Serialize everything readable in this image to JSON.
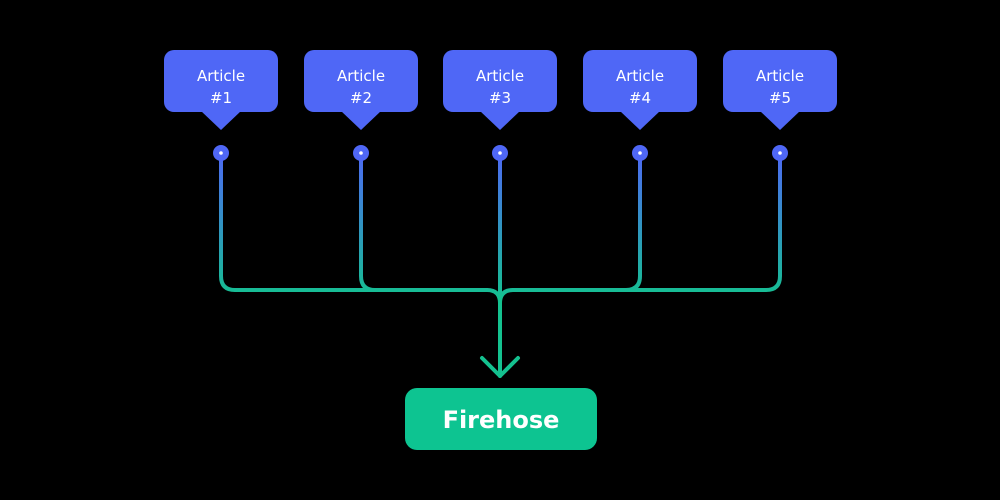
{
  "articles": [
    {
      "line1": "Article",
      "line2": "#1"
    },
    {
      "line1": "Article",
      "line2": "#2"
    },
    {
      "line1": "Article",
      "line2": "#3"
    },
    {
      "line1": "Article",
      "line2": "#4"
    },
    {
      "line1": "Article",
      "line2": "#5"
    }
  ],
  "target": {
    "label": "Firehose"
  },
  "colors": {
    "background": "#000000",
    "article_fill": "#4f67f6",
    "line_top": "#4f67f6",
    "line_bottom": "#14c18f",
    "target_fill": "#0dc491",
    "text": "#ffffff"
  }
}
